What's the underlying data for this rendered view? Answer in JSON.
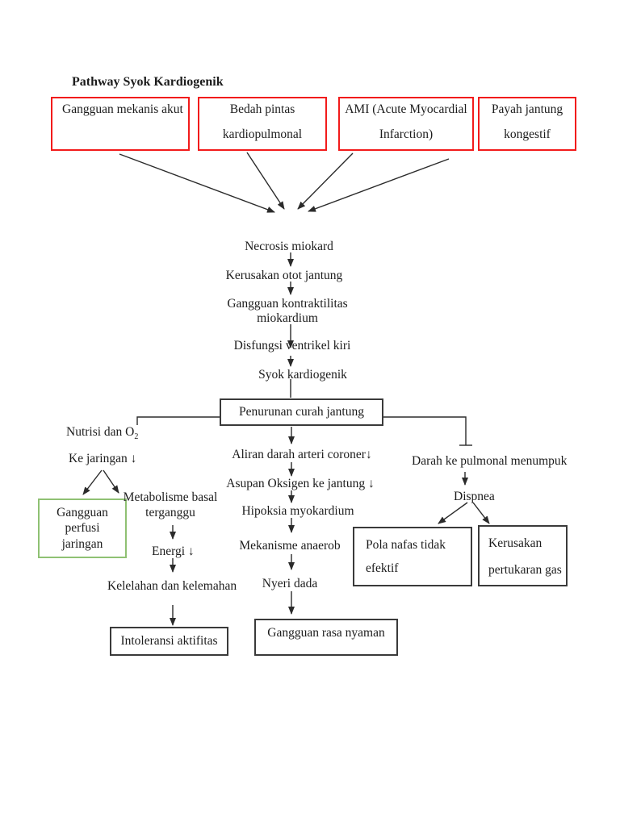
{
  "title": "Pathway Syok Kardiogenik",
  "colors": {
    "red_box_border": "#f21b1b",
    "green_box_border": "#8fc173",
    "black_box_border": "#3a3a3a",
    "text": "#1c1c1c",
    "line": "#2b2b2b"
  },
  "top_boxes": [
    {
      "lines": [
        "Gangguan mekanis akut"
      ]
    },
    {
      "lines": [
        "Bedah pintas",
        "kardiopulmonal"
      ]
    },
    {
      "lines": [
        "AMI (Acute Myocardial",
        "Infarction)"
      ]
    },
    {
      "lines": [
        "Payah jantung",
        "kongestif"
      ]
    }
  ],
  "nodes": {
    "necrosis": "Necrosis miokard",
    "kerusakan_otot": "Kerusakan otot jantung",
    "kontraktilitas_1": "Gangguan kontraktilitas",
    "kontraktilitas_2": "miokardium",
    "disfungsi": "Disfungsi ventrikel kiri",
    "syok": "Syok kardiogenik",
    "penurunan": "Penurunan curah jantung",
    "nutrisi_base": "Nutrisi dan O",
    "nutrisi_sub": "2",
    "ke_jaringan": "Ke jaringan ↓",
    "gangguan_perfusi_1": "Gangguan",
    "gangguan_perfusi_2": "perfusi",
    "gangguan_perfusi_3": "jaringan",
    "metabolisme_1": "Metabolisme basal",
    "metabolisme_2": "terganggu",
    "energi": "Energi ↓",
    "kelelahan": "Kelelahan dan kelemahan",
    "intoleransi": "Intoleransi aktifitas",
    "aliran": "Aliran darah arteri coroner↓",
    "asupan": "Asupan Oksigen ke jantung ↓",
    "hipoksia": "Hipoksia myokardium",
    "anaerob": "Mekanisme anaerob",
    "nyeri": "Nyeri dada",
    "rasa_nyaman": "Gangguan rasa nyaman",
    "darah_pulmonal": "Darah ke pulmonal menumpuk",
    "dispnea": "Dispnea",
    "pola_nafas_1": "Pola nafas tidak",
    "pola_nafas_2": "efektif",
    "kerusakan_gas_1": "Kerusakan",
    "kerusakan_gas_2": "pertukaran gas"
  }
}
